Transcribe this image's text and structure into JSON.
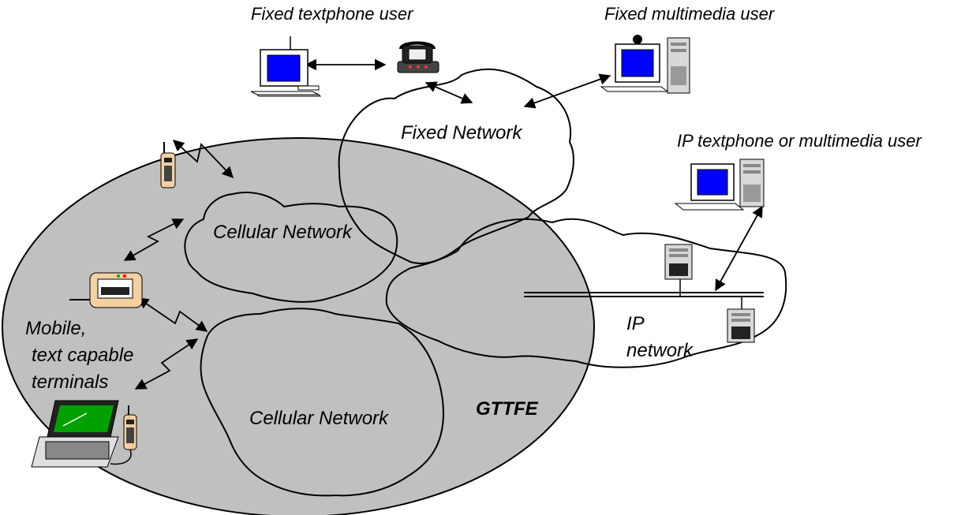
{
  "labels": {
    "fixed_textphone_user": "Fixed textphone user",
    "fixed_multimedia_user": "Fixed multimedia user",
    "fixed_network": "Fixed Network",
    "ip_user": "IP textphone or multimedia user",
    "cellular_network_top": "Cellular Network",
    "cellular_network_bottom": "Cellular Network",
    "mobile_line1": "Mobile,",
    "mobile_line2": "text capable",
    "mobile_line3": "terminals",
    "ip_line1": "IP",
    "ip_line2": "network",
    "gttfe": "GTTFE"
  },
  "colors": {
    "ellipse_fill": "#c0c0c0",
    "screen_blue": "#0000ff",
    "laptop_screen": "#00a000",
    "phone_body": "#f5d0a0",
    "server_gray": "#d8d8d8"
  },
  "icons": [
    "desktop-computer-icon",
    "telephone-icon",
    "mobile-phone-icon",
    "server-icon",
    "laptop-icon"
  ]
}
